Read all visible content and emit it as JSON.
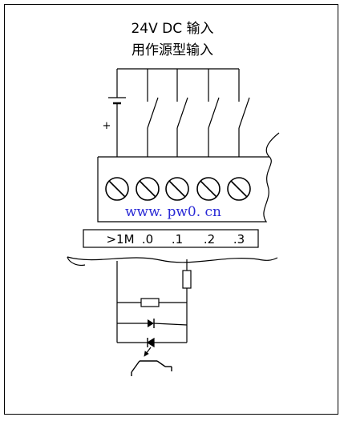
{
  "title": {
    "line1": "24V DC 输入",
    "line2": "用作源型输入"
  },
  "supply": {
    "plus_label": "+"
  },
  "terminals": {
    "count": 5
  },
  "watermark": "www. pw0. cn",
  "terminal_labels": {
    "m": ">1M",
    "i0": ".0",
    "i1": ".1",
    "i2": ".2",
    "i3": ".3"
  },
  "colors": {
    "line": "#000000",
    "watermark": "#2a2ad6"
  }
}
